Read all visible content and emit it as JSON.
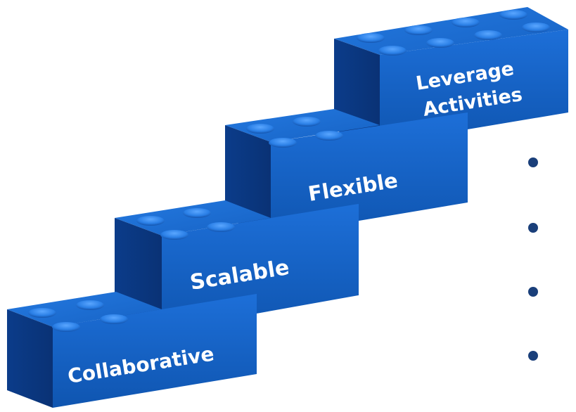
{
  "colors": {
    "brick_front": "#1565c7",
    "brick_side": "#0d3d8c",
    "brick_top": "#1f6fd6",
    "stud": "#2a7fe6",
    "stud_dark": "#0e4aa0",
    "bullet": "#1a3f7a"
  },
  "steps": [
    {
      "label": "Collaborative"
    },
    {
      "label": "Scalable"
    },
    {
      "label": "Flexible"
    },
    {
      "label_lines": [
        "Leverage",
        "Activities"
      ]
    }
  ],
  "bullets": [
    {
      "text": ""
    },
    {
      "text": ""
    },
    {
      "text": ""
    },
    {
      "text": ""
    }
  ]
}
